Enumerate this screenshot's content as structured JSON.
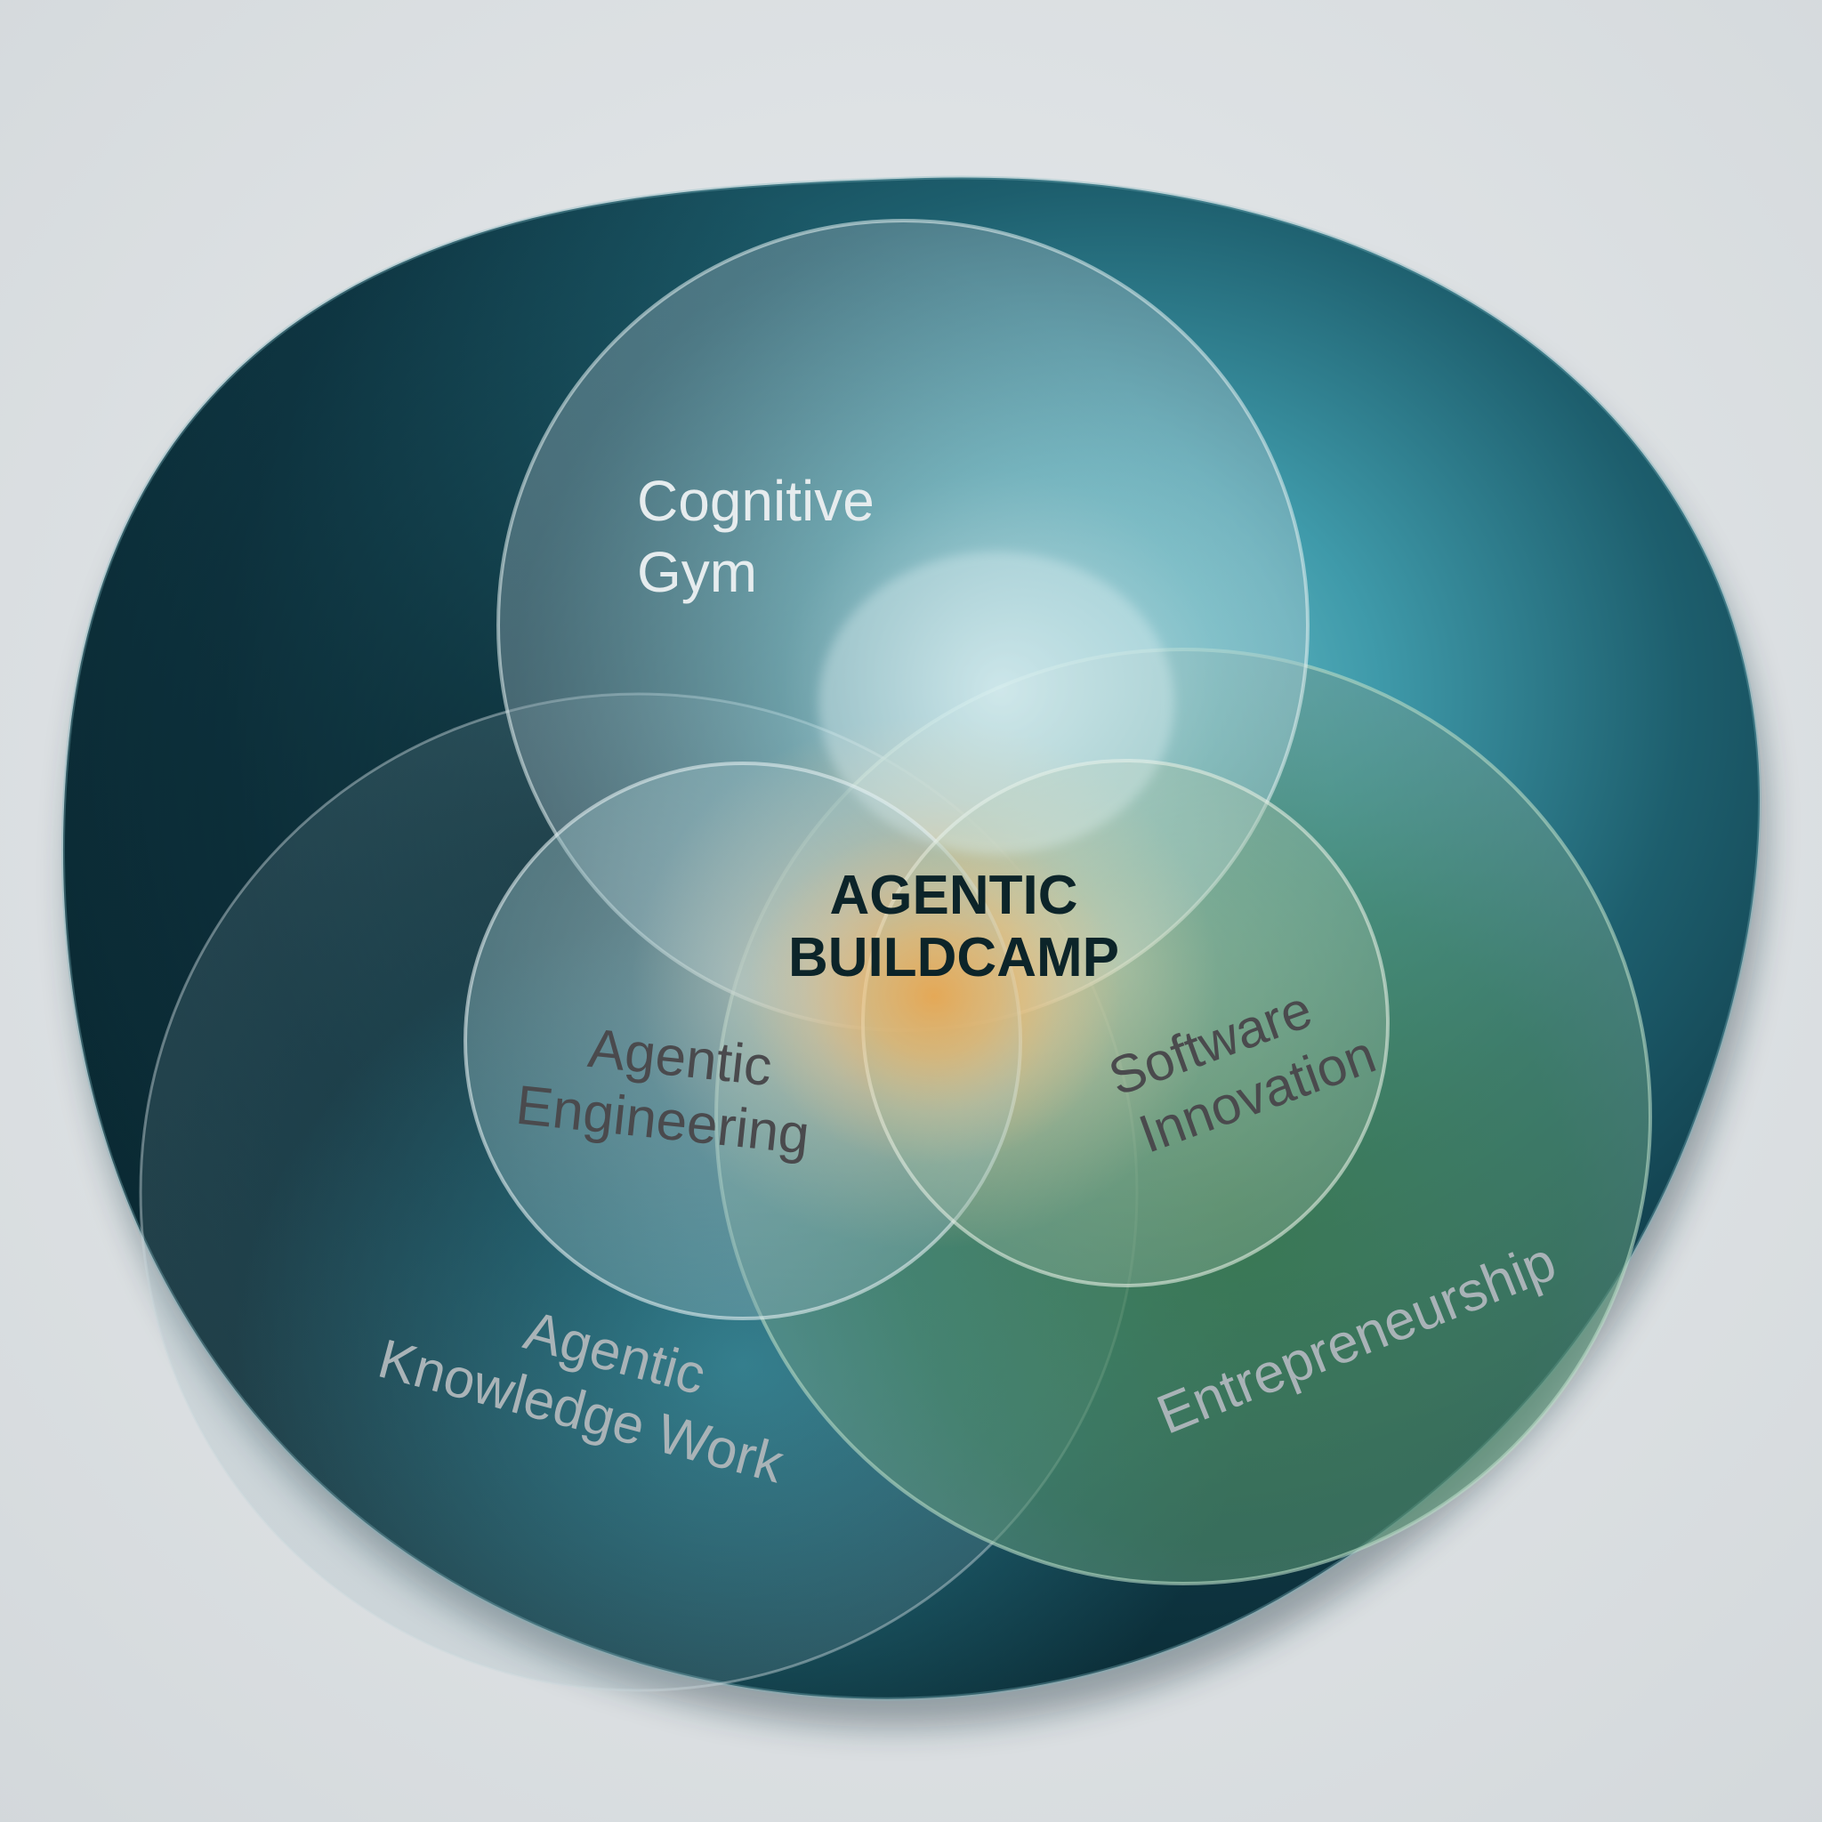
{
  "diagram": {
    "center": {
      "line1": "AGENTIC",
      "line2": "BUILDCAMP"
    },
    "circles": {
      "cognitive_gym": {
        "line1": "Cognitive",
        "line2": "Gym"
      },
      "agentic_engineering": {
        "line1": "Agentic",
        "line2": "Engineering"
      },
      "software_innovation": {
        "line1": "Software",
        "line2": "Innovation"
      },
      "agentic_knowledge_work": {
        "line1": "Agentic",
        "line2": "Knowledge Work"
      },
      "entrepreneurship": {
        "line1": "Entrepreneurship"
      }
    },
    "colors": {
      "background": "#dfe3e6",
      "blob_dark": "#0d2f3a",
      "blob_mid": "#1e5f6f",
      "blob_light": "#4aa6b4",
      "glow_core": "#f0a447",
      "entrepreneurship_green": "#3b7a4c",
      "center_text": "#0c2429",
      "label_light": "#e6ecee",
      "label_dark": "#4a4a4d",
      "label_muted": "#a9b3b7"
    }
  }
}
